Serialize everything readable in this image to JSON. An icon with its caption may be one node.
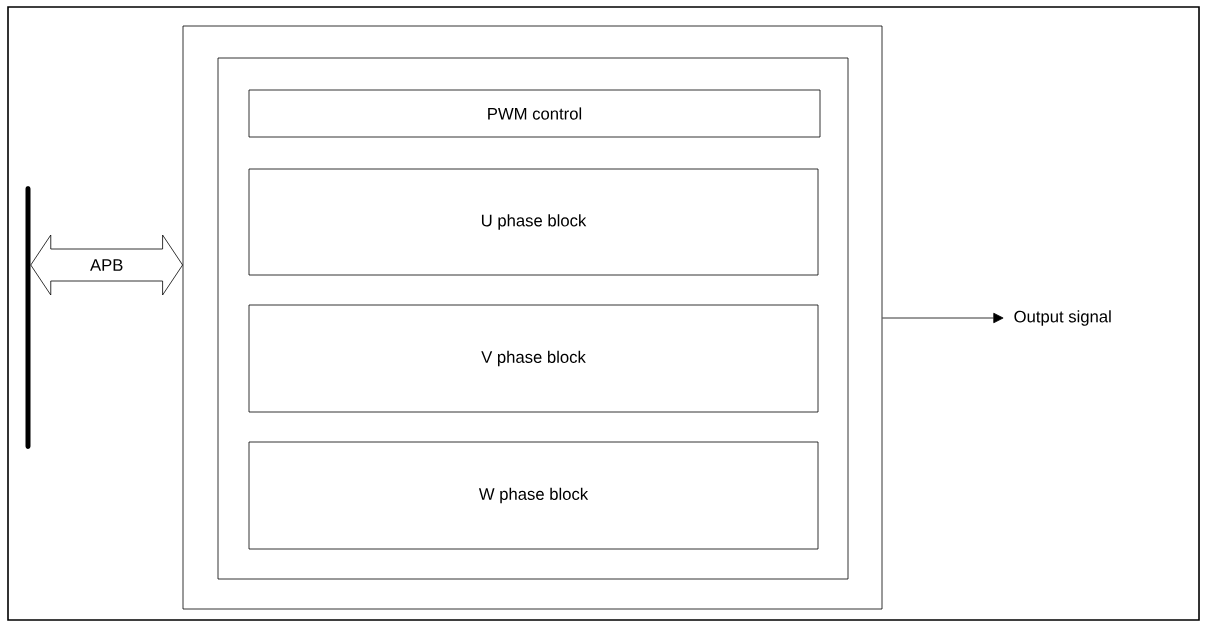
{
  "diagram": {
    "nodes": [
      {
        "text": [],
        "shape": "box"
      },
      {
        "text": [],
        "shape": "box",
        "in": 0
      },
      {
        "text": [
          "PWM control"
        ],
        "in": 1
      },
      {
        "text": [
          "U phase block"
        ],
        "in": 1
      },
      {
        "text": [
          "V phase block"
        ],
        "in": 1
      },
      {
        "text": [
          "W phase block"
        ],
        "in": 1
      },
      {
        "text": [],
        "shape": "bar"
      },
      {
        "text": [
          "Output signal"
        ]
      }
    ],
    "edges": [
      {
        "from": 6,
        "to": 0,
        "arrow": "both",
        "label": "APB"
      },
      {
        "from": 0,
        "to": 7,
        "arrow": "to"
      }
    ]
  }
}
